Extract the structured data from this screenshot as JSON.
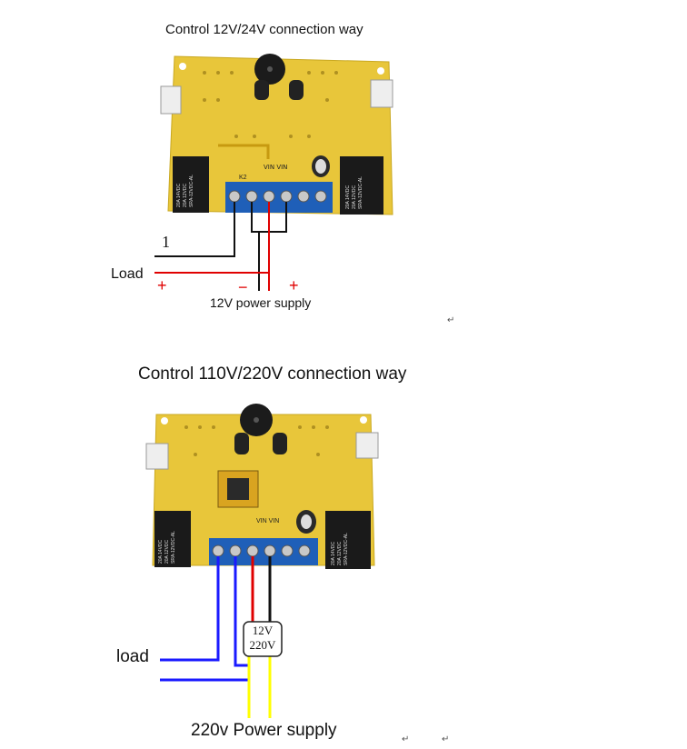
{
  "top": {
    "title": "Control 12V/24V connection way",
    "terminal_number": "1",
    "load_label": "Load",
    "plus_left": "+",
    "minus": "−",
    "plus_right": "+",
    "supply_label": "12V power supply",
    "return_mark": "↵",
    "silk": "VIN VIN",
    "k_label": "K2",
    "relay_left_text": [
      "20A 14VDC",
      "20A 12VDC",
      "SRA-12VDC-AL"
    ],
    "relay_right_text": [
      "20A 14VDC",
      "20A 12VDC",
      "SRA-12VDC-AL"
    ]
  },
  "bottom": {
    "title": "Control 110V/220V connection way",
    "load_label": "load",
    "box_line1": "12V",
    "box_line2": "220V",
    "supply_label": "220v Power supply",
    "return_mark": "↵",
    "return_mark_2": "↵",
    "silk": "VIN VIN",
    "relay_left_text": [
      "20A 14VDC",
      "20A 12VDC",
      "SRA-12VDC-AL"
    ],
    "relay_right_text": [
      "20A 14VDC",
      "20A 12VDC",
      "SRA-12VDC-AL"
    ]
  },
  "colors": {
    "pcb": "#e8c63a",
    "terminal_block": "#1f5fb8",
    "relay": "#1a1a1a",
    "wire_red": "#e00000",
    "wire_black": "#111111",
    "wire_blue": "#1a1aff",
    "wire_yellow": "#ffff00"
  }
}
